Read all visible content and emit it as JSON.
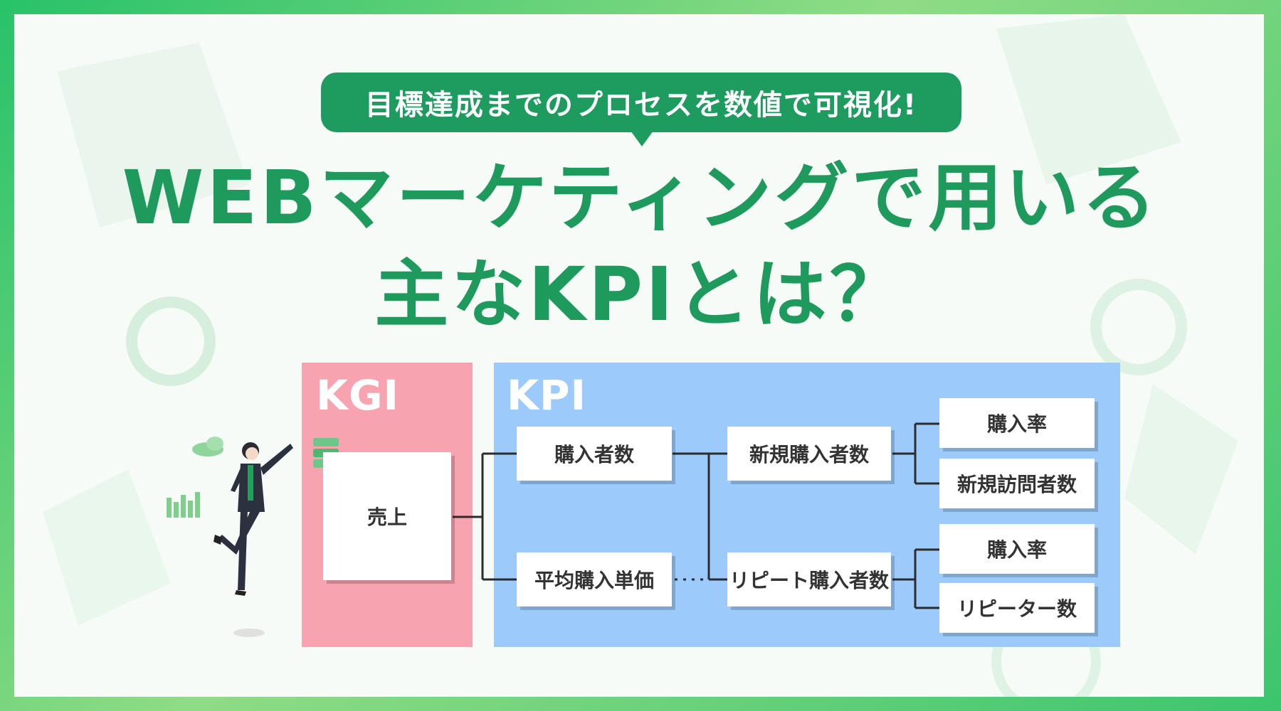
{
  "header": {
    "bubble_text": "目標達成までのプロセスを数値で可視化!",
    "title_line1": "WEBマーケティングで用いる",
    "title_line2": "主なKPIとは？"
  },
  "diagram": {
    "kgi_label": "KGI",
    "kpi_label": "KPI",
    "kgi_box": "売上",
    "level1": [
      "購入者数",
      "平均購入単価"
    ],
    "level2": [
      "新規購入者数",
      "リピート購入者数"
    ],
    "level3_new": [
      "購入率",
      "新規訪問者数"
    ],
    "level3_repeat": [
      "購入率",
      "リピーター数"
    ]
  },
  "colors": {
    "accent_green": "#1f9a5d",
    "kgi_pink": "#f8a3b0",
    "kpi_blue": "#9ccbfb"
  }
}
